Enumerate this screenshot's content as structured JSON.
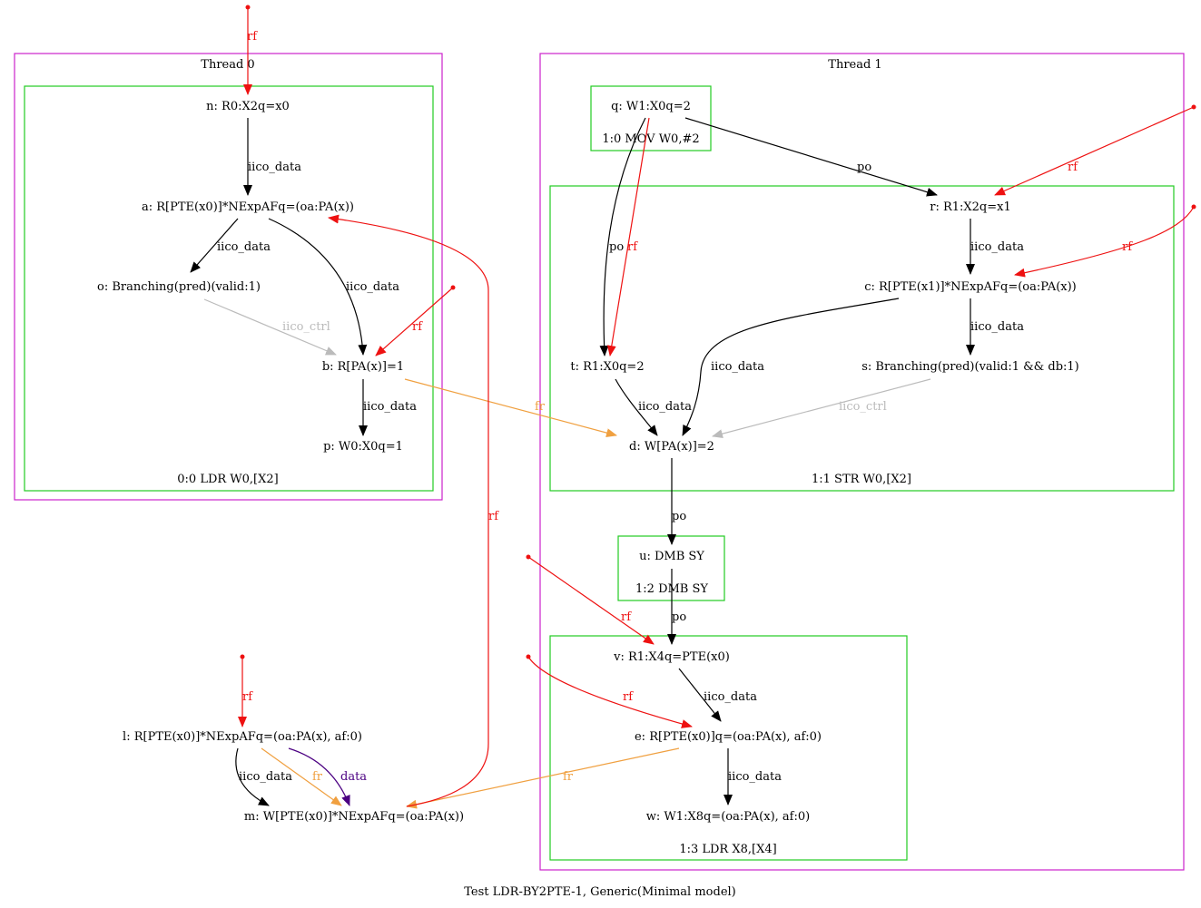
{
  "title": "Test LDR-BY2PTE-1, Generic(Minimal model)",
  "colors": {
    "thread_border": "#cc22cc",
    "instr_border": "#22cc22",
    "po": "#000000",
    "iico_data": "#000000",
    "iico_ctrl": "#bbbbbb",
    "rf": "#ee1111",
    "fr": "#f0a040",
    "data": "#4b0082"
  },
  "threads": [
    {
      "name": "Thread 0"
    },
    {
      "name": "Thread 1"
    }
  ],
  "instructions": {
    "ldr_w0": "0:0 LDR W0,[X2]",
    "mov": "1:0 MOV W0,#2",
    "str": "1:1 STR W0,[X2]",
    "dmb": "1:2 DMB SY",
    "ldr_x8": "1:3 LDR X8,[X4]"
  },
  "events": {
    "n": "n: R0:X2q=x0",
    "a": "a: R[PTE(x0)]*NExpAFq=(oa:PA(x))",
    "o": "o: Branching(pred)(valid:1)",
    "b": "b: R[PA(x)]=1",
    "p": "p: W0:X0q=1",
    "q": "q: W1:X0q=2",
    "r": "r: R1:X2q=x1",
    "c": "c: R[PTE(x1)]*NExpAFq=(oa:PA(x))",
    "t": "t: R1:X0q=2",
    "s": "s: Branching(pred)(valid:1 && db:1)",
    "d": "d: W[PA(x)]=2",
    "u": "u: DMB SY",
    "v": "v: R1:X4q=PTE(x0)",
    "e": "e: R[PTE(x0)]q=(oa:PA(x), af:0)",
    "w": "w: W1:X8q=(oa:PA(x), af:0)",
    "l": "l: R[PTE(x0)]*NExpAFq=(oa:PA(x), af:0)",
    "m": "m: W[PTE(x0)]*NExpAFq=(oa:PA(x))"
  },
  "edge_labels": {
    "rf": "rf",
    "fr": "fr",
    "po": "po",
    "iico_data": "iico_data",
    "iico_ctrl": "iico_ctrl",
    "data": "data"
  }
}
